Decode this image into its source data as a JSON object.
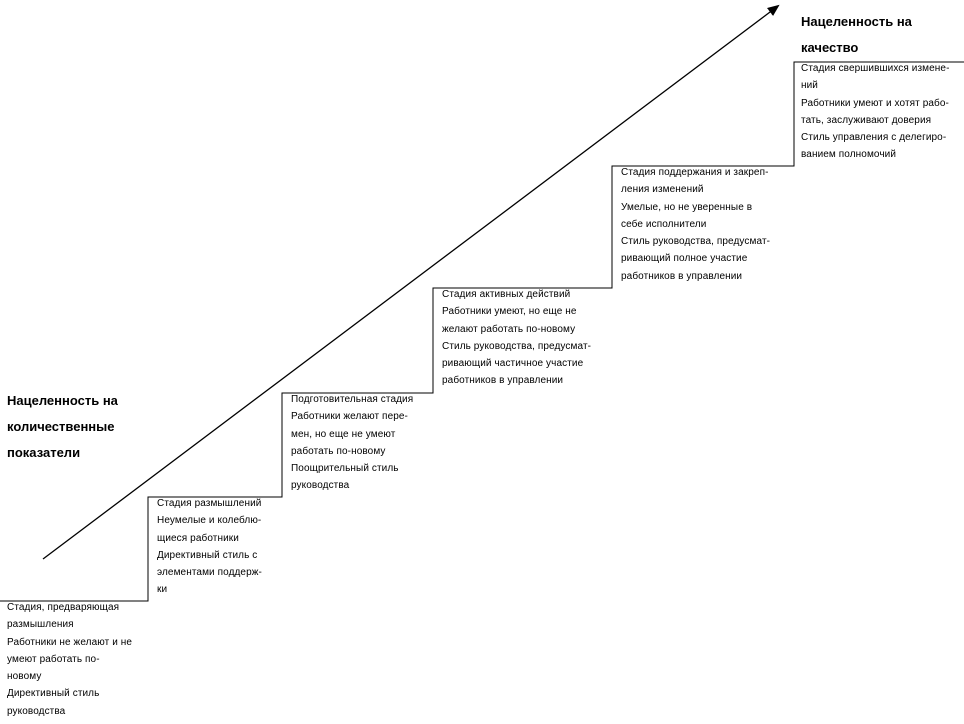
{
  "headings": {
    "left": "Нацеленность на\nколичественные\nпоказатели",
    "right": "Нацеленность на\nкачество"
  },
  "steps": [
    {
      "lines": [
        "Стадия, предваряющая",
        "размышления",
        "Работники не желают и не",
        "умеют работать по-",
        "новому",
        "Директивный стиль",
        "руководства"
      ]
    },
    {
      "lines": [
        "Стадия размышлений",
        "Неумелые и колеблю-",
        "щиеся работники",
        "Директивный стиль с",
        "элементами поддерж-",
        "ки"
      ]
    },
    {
      "lines": [
        "Подготовительная стадия",
        "Работники желают пере-",
        "мен, но еще не умеют",
        "работать по-новому",
        "Поощрительный стиль",
        "руководства"
      ]
    },
    {
      "lines": [
        "Стадия активных действий",
        "Работники умеют, но еще не",
        "желают работать по-новому",
        "Стиль руководства, предусмат-",
        "ривающий частичное участие",
        "работников в управлении"
      ]
    },
    {
      "lines": [
        "Стадия поддержания и закреп-",
        "ления изменений",
        "Умелые, но не уверенные в",
        "себе исполнители",
        "Стиль руководства, предусмат-",
        "ривающий полное участие",
        "работников в управлении"
      ]
    },
    {
      "lines": [
        "Стадия свершившихся измене-",
        "ний",
        "Работники умеют и хотят рабо-",
        "тать, заслуживают доверия",
        "Стиль управления с делегиро-",
        "ванием полномочий"
      ]
    }
  ],
  "colors": {
    "line": "#000000",
    "text": "#000000",
    "background": "#ffffff"
  }
}
